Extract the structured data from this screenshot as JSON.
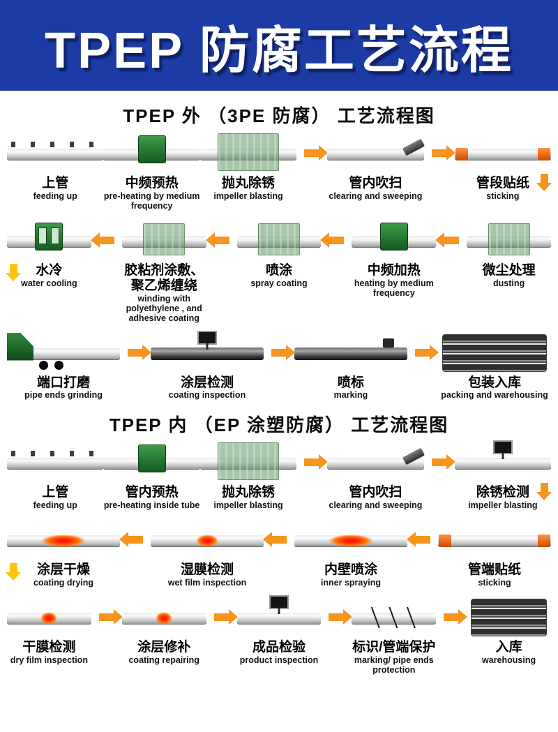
{
  "header": {
    "title": "TPEP 防腐工艺流程"
  },
  "sections": [
    {
      "id": "tpep-external",
      "title": "TPEP 外 （3PE 防腐） 工艺流程图",
      "rows": [
        {
          "flow": "left-to-right",
          "steps": [
            {
              "zh": "上管",
              "en": "feeding up"
            },
            {
              "zh": "中频预热",
              "en": "pre-heating by medium frequency"
            },
            {
              "zh": "抛丸除锈",
              "en": "impeller blasting"
            },
            {
              "zh": "管内吹扫",
              "en": "clearing and sweeping"
            },
            {
              "zh": "管段贴纸",
              "en": "sticking"
            }
          ]
        },
        {
          "flow": "right-to-left",
          "steps": [
            {
              "zh": "水冷",
              "en": "water cooling"
            },
            {
              "zh": "胶粘剂涂敷、聚乙烯缠绕",
              "en": "winding with polyethylene , and adhesive coating"
            },
            {
              "zh": "喷涂",
              "en": "spray coating"
            },
            {
              "zh": "中频加热",
              "en": "heating by medium frequency"
            },
            {
              "zh": "微尘处理",
              "en": "dusting"
            }
          ]
        },
        {
          "flow": "left-to-right",
          "steps": [
            {
              "zh": "端口打磨",
              "en": "pipe ends grinding"
            },
            {
              "zh": "涂层检测",
              "en": "coating inspection"
            },
            {
              "zh": "喷标",
              "en": "marking"
            },
            {
              "zh": "包装入库",
              "en": "packing and warehousing"
            }
          ]
        }
      ]
    },
    {
      "id": "tpep-internal",
      "title": "TPEP 内 （EP 涂塑防腐） 工艺流程图",
      "rows": [
        {
          "flow": "left-to-right",
          "steps": [
            {
              "zh": "上管",
              "en": "feeding up"
            },
            {
              "zh": "管内预热",
              "en": "pre-heating inside tube"
            },
            {
              "zh": "抛丸除锈",
              "en": "impeller blasting"
            },
            {
              "zh": "管内吹扫",
              "en": "clearing and sweeping"
            },
            {
              "zh": "除锈检测",
              "en": "impeller blasting"
            }
          ]
        },
        {
          "flow": "right-to-left",
          "steps": [
            {
              "zh": "涂层干燥",
              "en": "coating drying"
            },
            {
              "zh": "湿膜检测",
              "en": "wet film inspection"
            },
            {
              "zh": "内壁喷涂",
              "en": "inner spraying"
            },
            {
              "zh": "管端贴纸",
              "en": "sticking"
            }
          ]
        },
        {
          "flow": "left-to-right",
          "steps": [
            {
              "zh": "干膜检测",
              "en": "dry film inspection"
            },
            {
              "zh": "涂层修补",
              "en": "coating repairing"
            },
            {
              "zh": "成品检验",
              "en": "product inspection"
            },
            {
              "zh": "标识/管端保护",
              "en": "marking/ pipe ends protection"
            },
            {
              "zh": "入库",
              "en": "warehousing"
            }
          ]
        }
      ]
    }
  ],
  "colors": {
    "banner_blue": "#1c3ba4",
    "arrow_orange": "#f7941d",
    "arrow_yellow": "#ffc410",
    "equipment_green": "#1e7a2e",
    "pipe_gray": "#c4c4c4",
    "hot_red": "#ff2d00",
    "sticker_orange": "#f26a21",
    "text_black": "#000000"
  },
  "icons": {
    "arrow-right-icon": "orange right-pointing flow arrow",
    "arrow-left-icon": "orange left-pointing flow arrow",
    "arrow-down-icon": "down-pointing flow arrow",
    "pipe-icon": "steel pipe",
    "feeding-rack-icon": "pipe feeding rack",
    "induction-heater-icon": "green induction heating box",
    "blasting-chamber-icon": "translucent green blasting chamber",
    "blow-nozzle-icon": "angled blowing nozzle",
    "sticker-band-icon": "orange sticker band on pipe end",
    "water-cooling-box-icon": "green water cooling unit",
    "grinding-machine-icon": "pipe end grinding machine",
    "inspection-gauge-icon": "inspection gauge device",
    "marking-sprayer-icon": "marking sprayer",
    "pipe-bundle-icon": "bundle of finished pipes",
    "hot-coating-icon": "red-hot coating section",
    "marking-lines-icon": "marking lines on pipe"
  }
}
